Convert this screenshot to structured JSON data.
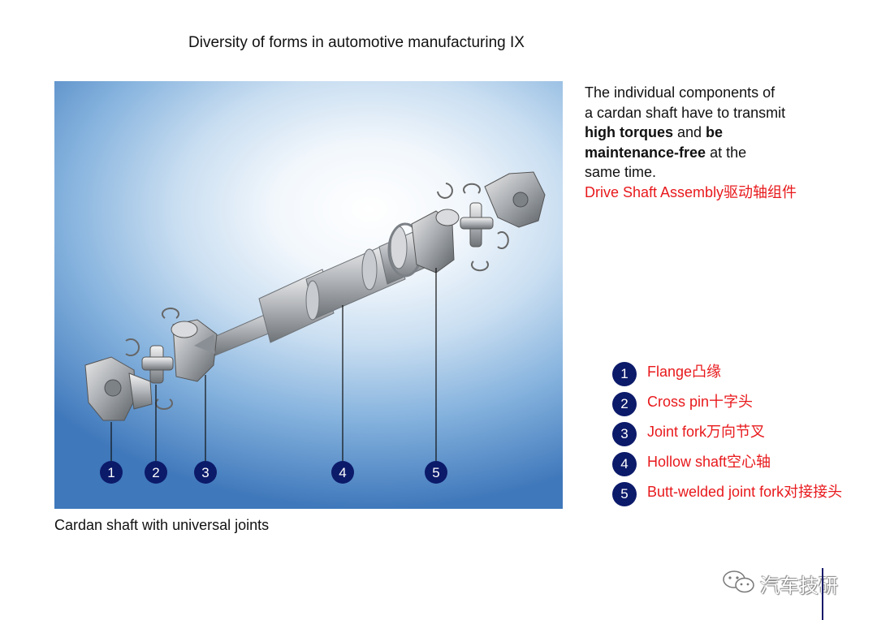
{
  "title": "Diversity of forms in automotive manufacturing IX",
  "figure": {
    "caption": "Cardan shaft with universal joints",
    "callouts": [
      "1",
      "2",
      "3",
      "4",
      "5"
    ]
  },
  "description": {
    "line1": "The individual components of",
    "line2": "a cardan shaft have to transmit",
    "bold1": "high torques",
    "and": " and ",
    "bold2": "be",
    "bold3": "maintenance-free",
    "line4_rest": " at the",
    "line5": "same time.",
    "subtitle": "Drive Shaft Assembly驱动轴组件"
  },
  "legend": [
    {
      "num": "1",
      "label": "Flange凸缘"
    },
    {
      "num": "2",
      "label": "Cross pin十字头"
    },
    {
      "num": "3",
      "label": "Joint fork万向节叉"
    },
    {
      "num": "4",
      "label": "Hollow shaft空心轴"
    },
    {
      "num": "5",
      "label": "Butt-welded joint fork对接接头"
    }
  ],
  "watermark": {
    "text": "汽车技研",
    "icon": "wechat-icon"
  },
  "colors": {
    "accent": "#e8191c",
    "badge": "#0c1a6a",
    "figure_bg": "#3f78bb"
  }
}
